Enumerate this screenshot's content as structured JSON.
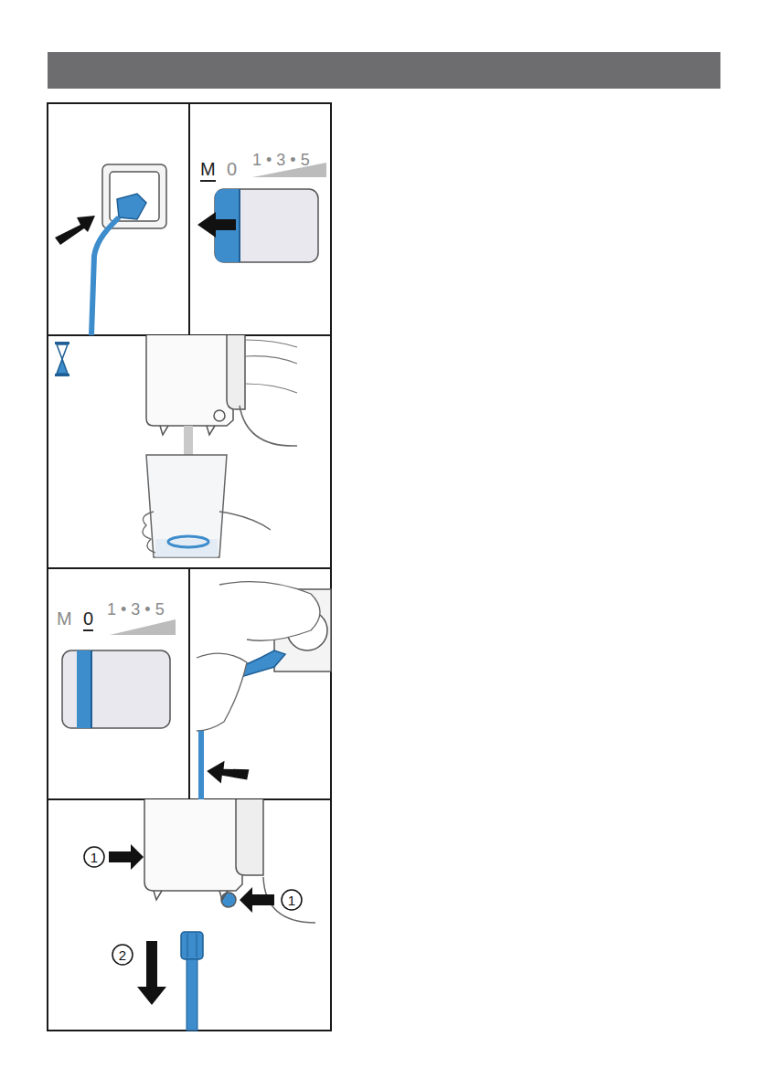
{
  "diagram": {
    "labels": [
      "M",
      "0",
      "1 • 3 • 5",
      "M",
      "0",
      "1 • 3 • 5",
      "1",
      "1",
      "2"
    ]
  }
}
